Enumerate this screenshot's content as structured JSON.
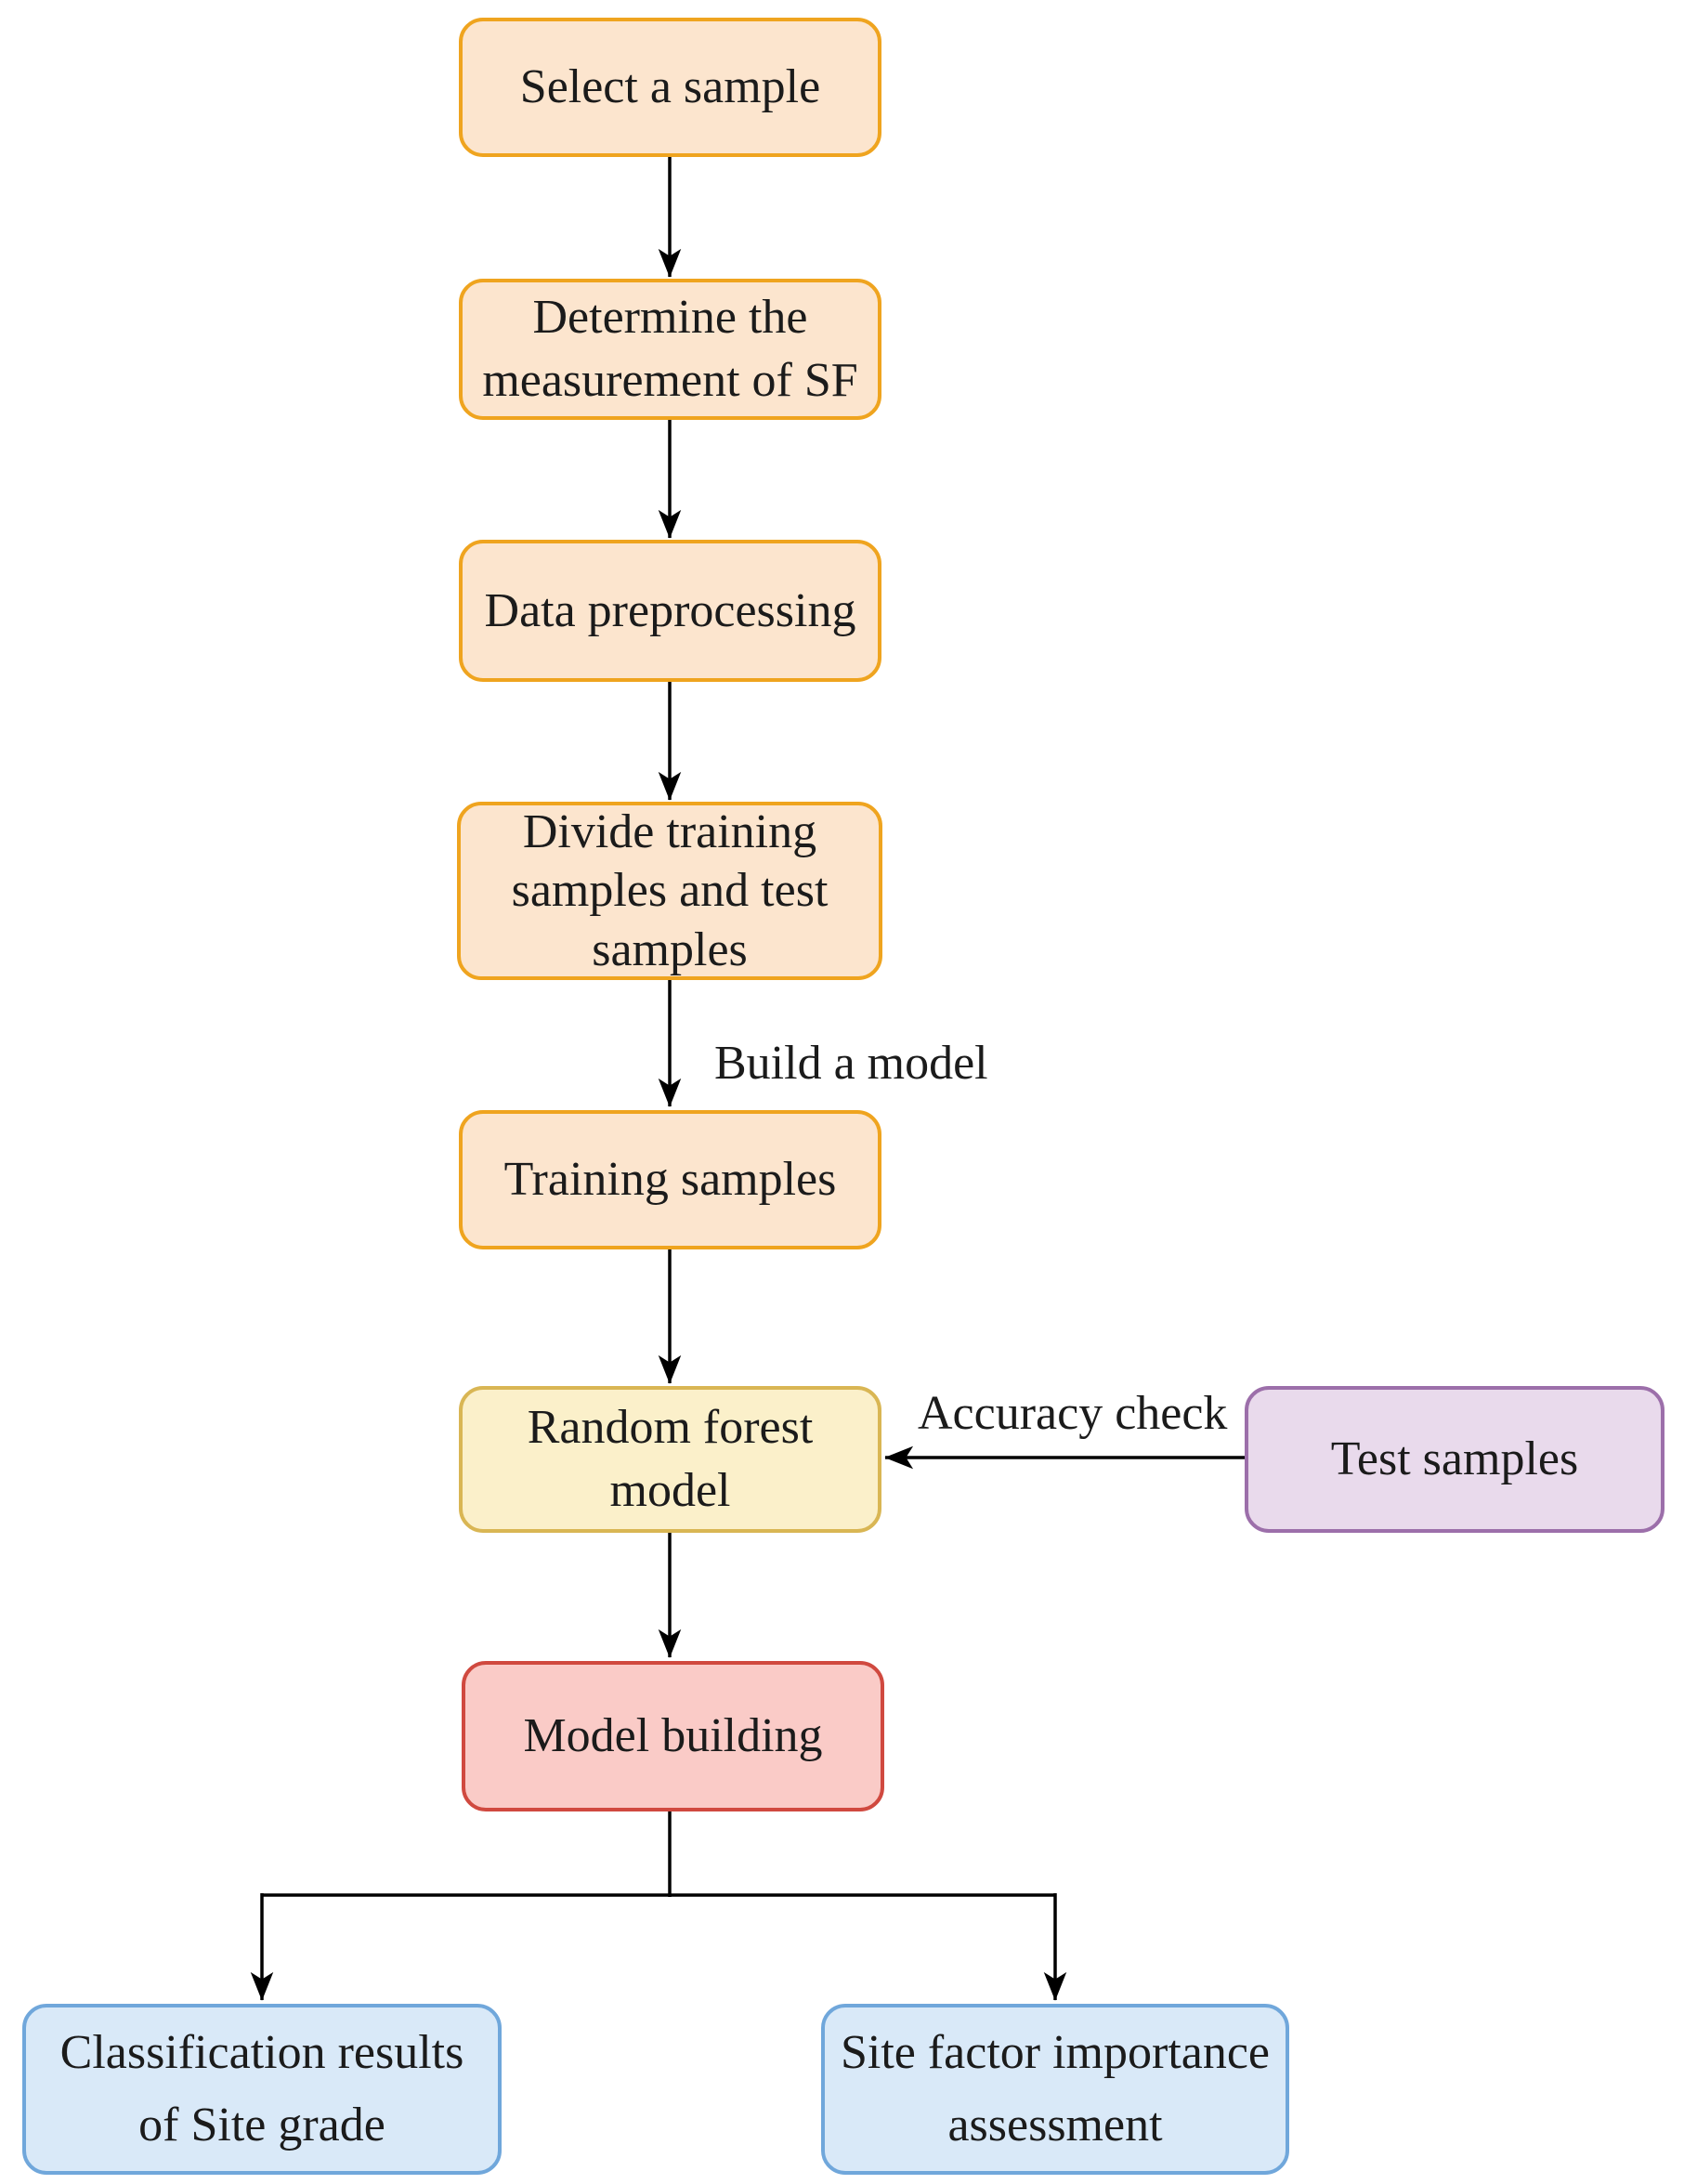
{
  "nodes": {
    "select_sample": {
      "lines": [
        "Select a sample"
      ]
    },
    "determine_sf": {
      "lines": [
        "Determine the",
        "measurement of SF"
      ]
    },
    "data_preprocessing": {
      "lines": [
        "Data preprocessing"
      ]
    },
    "divide_samples": {
      "lines": [
        "Divide training",
        "samples and test",
        "samples"
      ]
    },
    "training_samples": {
      "lines": [
        "Training samples"
      ]
    },
    "random_forest": {
      "lines": [
        "Random forest",
        "model"
      ]
    },
    "test_samples": {
      "lines": [
        "Test samples"
      ]
    },
    "model_building": {
      "lines": [
        "Model building"
      ]
    },
    "classification_results": {
      "lines": [
        "Classification results",
        "of Site grade"
      ]
    },
    "site_factor_importance": {
      "lines": [
        "Site factor importance",
        "assessment"
      ]
    }
  },
  "edge_labels": {
    "build_model": "Build a model",
    "accuracy_check": "Accuracy check"
  },
  "colors": {
    "peach_fill": "#FCE5CE",
    "peach_border": "#EFA41F",
    "yellow_fill": "#FBF0CA",
    "yellow_border": "#D9B654",
    "purple_fill": "#E9DAEC",
    "purple_border": "#9C6FAA",
    "red_fill": "#FACBC7",
    "red_border": "#D0493F",
    "blue_fill": "#D9E9F8",
    "blue_border": "#70A7DB",
    "arrow": "#000000",
    "text": "#1B1B1B"
  }
}
